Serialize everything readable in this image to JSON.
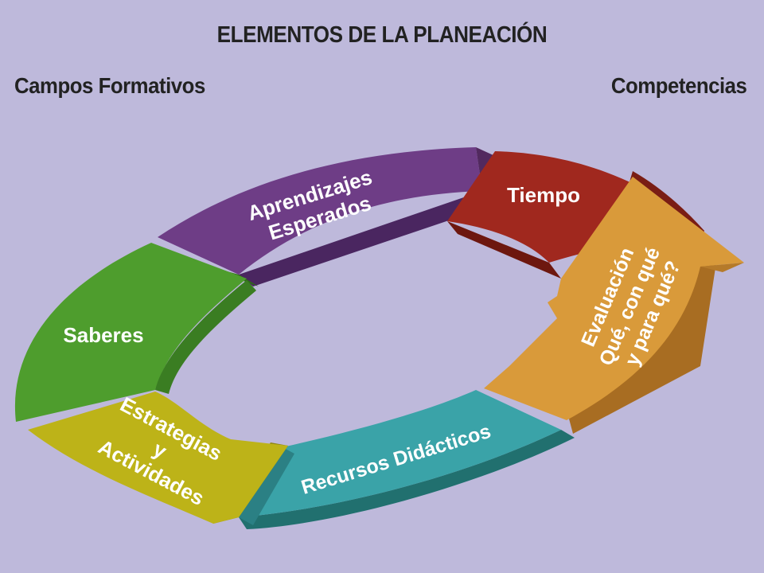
{
  "header": {
    "title": "ELEMENTOS DE LA PLANEACIÓN",
    "left_label": "Campos Formativos",
    "right_label": "Competencias"
  },
  "cycle": {
    "segments": [
      {
        "key": "aprendizajes",
        "lines": [
          "Aprendizajes",
          "Esperados"
        ],
        "color": "#6E3D86"
      },
      {
        "key": "tiempo",
        "lines": [
          "Tiempo"
        ],
        "color": "#A0281E"
      },
      {
        "key": "evaluacion",
        "lines": [
          "Evaluación",
          "Qué, con qué",
          "y para qué?"
        ],
        "color": "#D99A3A"
      },
      {
        "key": "recursos",
        "lines": [
          "Recursos Didácticos"
        ],
        "color": "#3AA3A8"
      },
      {
        "key": "estrategias",
        "lines": [
          "Estrategias",
          "y",
          "Actividades"
        ],
        "color": "#BDB318"
      },
      {
        "key": "saberes",
        "lines": [
          "Saberes"
        ],
        "color": "#4E9D2D"
      }
    ]
  }
}
